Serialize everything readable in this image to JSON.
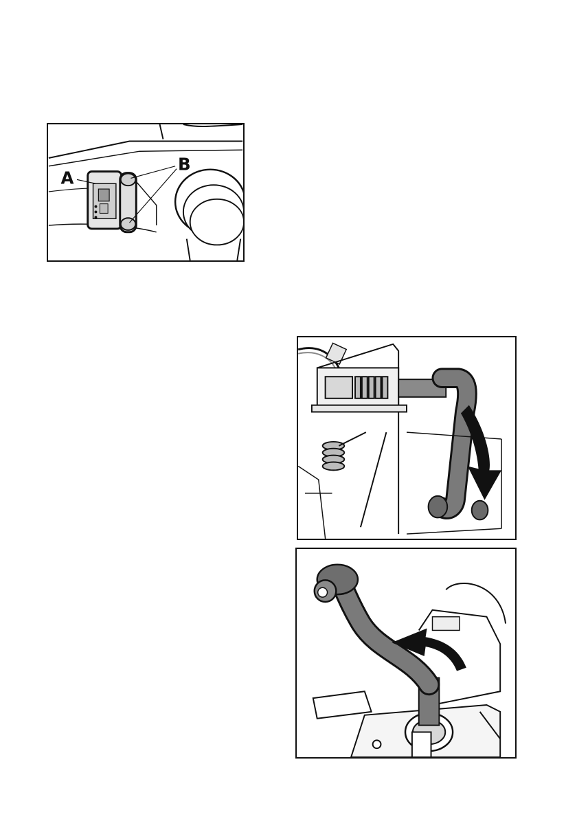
{
  "figures": [
    {
      "id": "fig1",
      "callouts": {
        "a": "A",
        "b": "B"
      }
    },
    {
      "id": "fig2"
    },
    {
      "id": "fig3"
    }
  ],
  "colors": {
    "ink": "#111111",
    "handle": "#6e6e6e",
    "panel": "#d9d9d9"
  }
}
